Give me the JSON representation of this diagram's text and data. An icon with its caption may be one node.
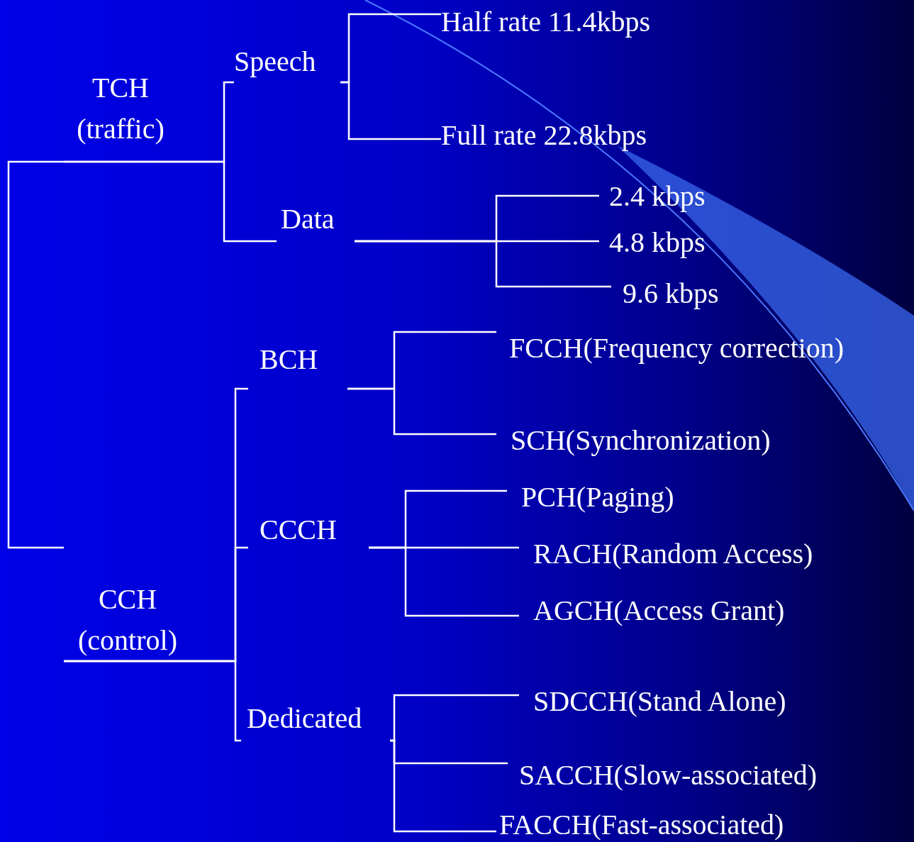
{
  "diagram": {
    "nodes": [
      {
        "text": [
          "TCH (traffic)"
        ]
      },
      {
        "text": [
          "Speech"
        ]
      },
      {
        "text": [
          "Half rate 11.4kbps"
        ]
      },
      {
        "text": [
          "Full rate 22.8kbps"
        ]
      },
      {
        "text": [
          "Data"
        ]
      },
      {
        "text": [
          "2.4 kbps"
        ]
      },
      {
        "text": [
          "4.8 kbps"
        ]
      },
      {
        "text": [
          "9.6 kbps"
        ]
      },
      {
        "text": [
          "CCH (control)"
        ]
      },
      {
        "text": [
          "BCH"
        ]
      },
      {
        "text": [
          "FCCH(Frequency correction)"
        ]
      },
      {
        "text": [
          "SCH(Synchronization)"
        ]
      },
      {
        "text": [
          "CCCH"
        ]
      },
      {
        "text": [
          "PCH(Paging)"
        ]
      },
      {
        "text": [
          "RACH(Random Access)"
        ]
      },
      {
        "text": [
          "AGCH(Access Grant)"
        ]
      },
      {
        "text": [
          "Dedicated"
        ]
      },
      {
        "text": [
          "SDCCH(Stand Alone)"
        ]
      },
      {
        "text": [
          "SACCH(Slow-associated)"
        ]
      },
      {
        "text": [
          "FACCH(Fast-associated)"
        ]
      }
    ],
    "edges": [
      {
        "from": 0,
        "to": 8,
        "arrow": "none"
      },
      {
        "from": 0,
        "to": 1,
        "arrow": "none"
      },
      {
        "from": 1,
        "to": 2,
        "arrow": "none"
      },
      {
        "from": 1,
        "to": 3,
        "arrow": "none"
      },
      {
        "from": 0,
        "to": 4,
        "arrow": "none"
      },
      {
        "from": 4,
        "to": 5,
        "arrow": "none"
      },
      {
        "from": 4,
        "to": 6,
        "arrow": "none"
      },
      {
        "from": 4,
        "to": 7,
        "arrow": "none"
      },
      {
        "from": 8,
        "to": 9,
        "arrow": "none"
      },
      {
        "from": 9,
        "to": 10,
        "arrow": "none"
      },
      {
        "from": 9,
        "to": 11,
        "arrow": "none"
      },
      {
        "from": 8,
        "to": 12,
        "arrow": "none"
      },
      {
        "from": 12,
        "to": 13,
        "arrow": "none"
      },
      {
        "from": 12,
        "to": 14,
        "arrow": "none"
      },
      {
        "from": 12,
        "to": 15,
        "arrow": "none"
      },
      {
        "from": 8,
        "to": 16,
        "arrow": "none"
      },
      {
        "from": 16,
        "to": 17,
        "arrow": "none"
      },
      {
        "from": 16,
        "to": 18,
        "arrow": "none"
      },
      {
        "from": 16,
        "to": 19,
        "arrow": "none"
      }
    ]
  }
}
